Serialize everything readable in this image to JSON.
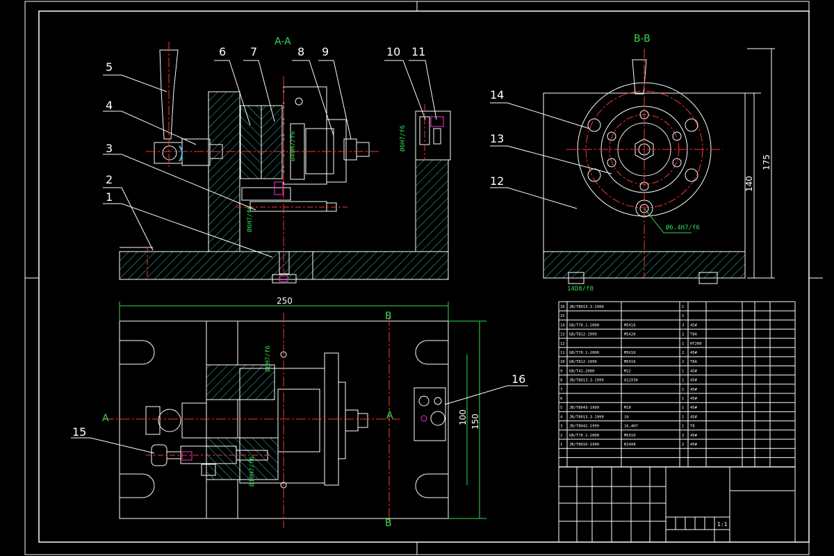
{
  "colors": {
    "background": "#000000",
    "outline": "#ffffff",
    "center_line": "#ff3333",
    "hatch": "#33ccaa",
    "dimension": "#33dd55",
    "highlight": "#ff33cc"
  },
  "views": {
    "section_aa": {
      "label": "A-A"
    },
    "section_bb": {
      "label": "B-B"
    },
    "plan": {
      "cut_a_left": "A",
      "cut_a_right": "A",
      "cut_b_top": "B",
      "cut_b_bottom": "B"
    }
  },
  "part_labels": [
    "1",
    "2",
    "3",
    "4",
    "5",
    "6",
    "7",
    "8",
    "9",
    "10",
    "11",
    "12",
    "13",
    "14",
    "15",
    "16"
  ],
  "dimensions": {
    "width_250": "250",
    "height_175": "175",
    "height_140": "140",
    "depth_150": "150",
    "depth_100": "100",
    "fit_phi64": "Ø6.4H7/f6",
    "fit_14": "14D8/f8"
  },
  "bom": {
    "rows": [
      [
        "16",
        "JB/T8013.3-1999",
        "",
        "1",
        "",
        "",
        ""
      ],
      [
        "15",
        "",
        "",
        "1",
        "",
        "",
        ""
      ],
      [
        "14",
        "GB/T70.1-2000",
        "M5X16",
        "3",
        "45#",
        "",
        ""
      ],
      [
        "13",
        "GB/T812-1999",
        "M5X20",
        "2",
        "T8A",
        "",
        ""
      ],
      [
        "12",
        "",
        "",
        "1",
        "HT200",
        "",
        ""
      ],
      [
        "11",
        "GB/T70.1-2000",
        "M5X10",
        "2",
        "45#",
        "",
        ""
      ],
      [
        "10",
        "GB/T812-1999",
        "M5X16",
        "2",
        "T8A",
        "",
        ""
      ],
      [
        "9",
        "GB/T41-2000",
        "M12",
        "1",
        "45#",
        "",
        ""
      ],
      [
        "8",
        "JB/T8013.3-1999",
        "A12X30",
        "1",
        "45#",
        "",
        ""
      ],
      [
        "7",
        "",
        "",
        "1",
        "45#",
        "",
        ""
      ],
      [
        "6",
        "",
        "",
        "1",
        "45#",
        "",
        ""
      ],
      [
        "5",
        "JB/T8043-1999",
        "M10",
        "1",
        "45#",
        "",
        ""
      ],
      [
        "4",
        "JB/T8013.3-1999",
        "10",
        "1",
        "45#",
        "",
        ""
      ],
      [
        "3",
        "JB/T8042-1999",
        "16,4H7",
        "1",
        "T8",
        "",
        ""
      ],
      [
        "2",
        "GB/T70.1-2000",
        "M5X10",
        "2",
        "45#",
        "",
        ""
      ],
      [
        "1",
        "JB/T8016-1999",
        "B14X8",
        "2",
        "45#",
        "",
        ""
      ]
    ],
    "scale": "1:1"
  }
}
